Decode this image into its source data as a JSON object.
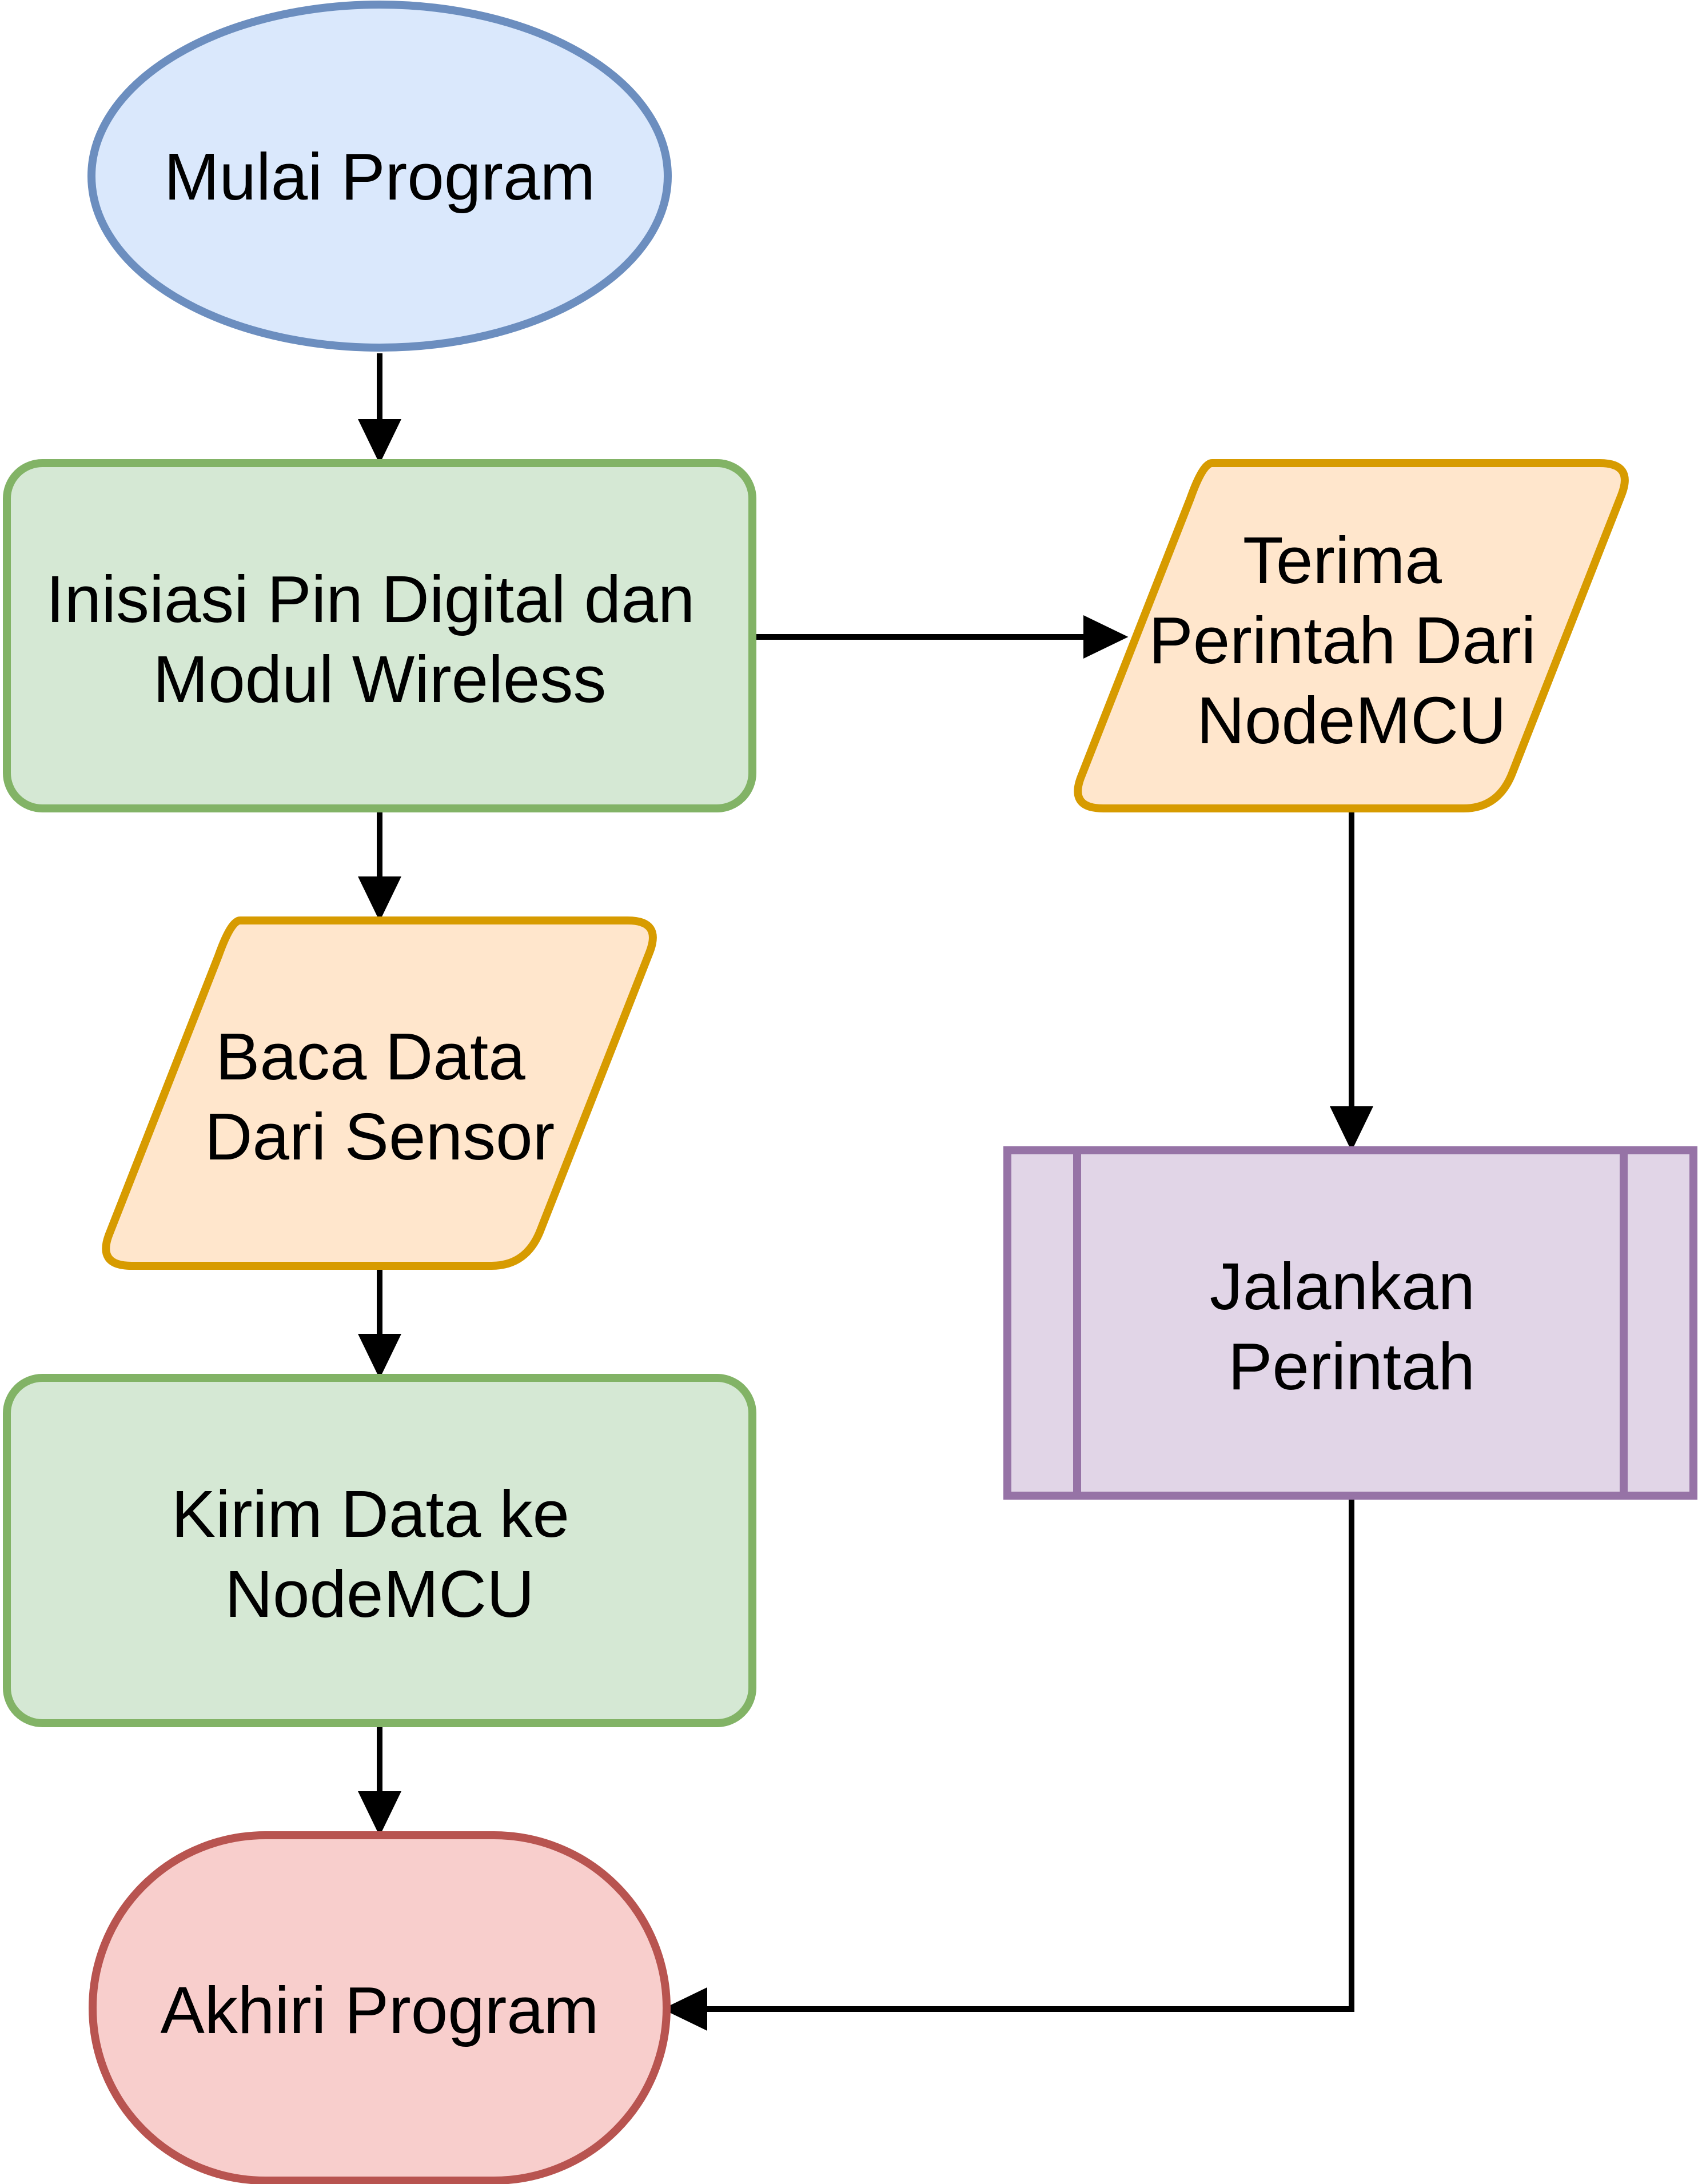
{
  "nodes": {
    "start": {
      "shape": "ellipse",
      "lines": [
        "Mulai Program"
      ],
      "fill": "#dae8fc",
      "stroke": "#6c8ebf"
    },
    "init": {
      "shape": "rounded-rectangle",
      "lines": [
        "Inisiasi Pin Digital dan",
        "Modul Wireless"
      ],
      "fill": "#d5e8d4",
      "stroke": "#82b366"
    },
    "read_sensor": {
      "shape": "parallelogram",
      "lines": [
        "Baca Data",
        "Dari Sensor"
      ],
      "fill": "#ffe6cc",
      "stroke": "#d79b00"
    },
    "send_data": {
      "shape": "rounded-rectangle",
      "lines": [
        "Kirim Data ke",
        "NodeMCU"
      ],
      "fill": "#d5e8d4",
      "stroke": "#82b366"
    },
    "end": {
      "shape": "terminator",
      "lines": [
        "Akhiri Program"
      ],
      "fill": "#f8cecc",
      "stroke": "#b85450"
    },
    "receive_cmd": {
      "shape": "parallelogram",
      "lines": [
        "Terima",
        "Perintah Dari",
        "NodeMCU"
      ],
      "fill": "#ffe6cc",
      "stroke": "#d79b00"
    },
    "run_cmd": {
      "shape": "predefined-process",
      "lines": [
        "Jalankan",
        "Perintah"
      ],
      "fill": "#e1d5e7",
      "stroke": "#9673a6"
    }
  },
  "edges": [
    {
      "from": "start",
      "to": "init"
    },
    {
      "from": "init",
      "to": "read_sensor"
    },
    {
      "from": "init",
      "to": "receive_cmd"
    },
    {
      "from": "read_sensor",
      "to": "send_data"
    },
    {
      "from": "send_data",
      "to": "end"
    },
    {
      "from": "receive_cmd",
      "to": "run_cmd"
    },
    {
      "from": "run_cmd",
      "to": "end"
    }
  ]
}
